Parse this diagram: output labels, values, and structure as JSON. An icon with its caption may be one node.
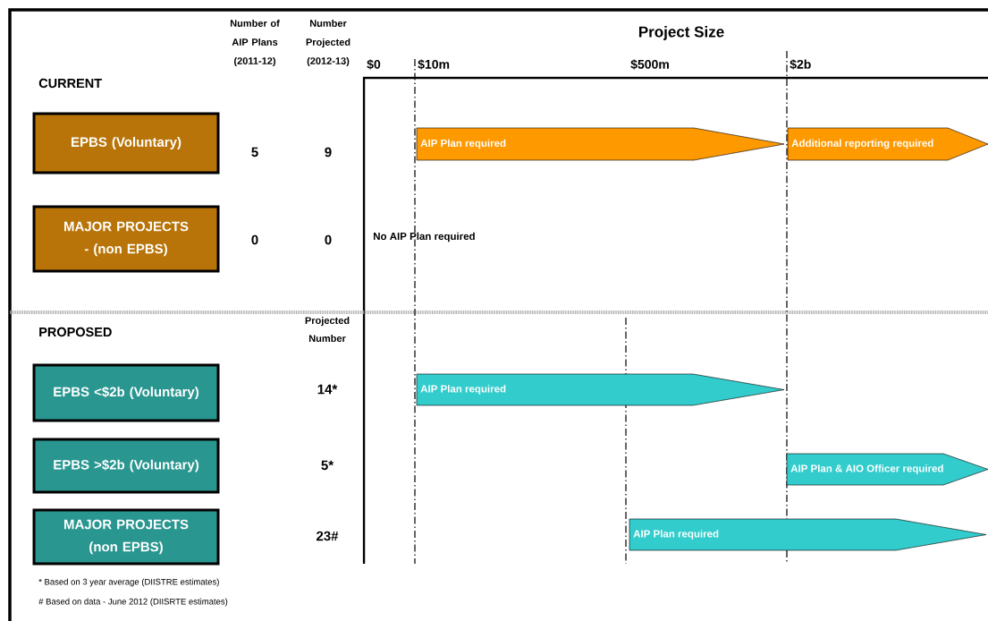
{
  "diagram": {
    "title": "Project Size",
    "nodes": [
      {
        "text": [
          "EPBS (Voluntary)"
        ]
      },
      {
        "text": [
          "MAJOR PROJECTS - (non EPBS)"
        ]
      },
      {
        "text": [
          "EPBS <$2b (Voluntary)"
        ]
      },
      {
        "text": [
          "EPBS >$2b (Voluntary)"
        ]
      },
      {
        "text": [
          "MAJOR PROJECTS (non EPBS)"
        ]
      },
      {
        "text": [
          "AIP Plan required"
        ]
      },
      {
        "text": [
          "Additional reporting required"
        ]
      },
      {
        "text": [
          "AIP Plan required"
        ]
      },
      {
        "text": [
          "AIP Plan & AIO Officer required"
        ]
      },
      {
        "text": [
          "AIP Plan required"
        ]
      }
    ],
    "labels": [
      "Number of AIP Plans (2011-12)",
      "Number Projected (2012-13)",
      "$0",
      "$10m",
      "$500m",
      "$2b",
      "CURRENT",
      "5",
      "9",
      "0",
      "0",
      "No AIP Plan required",
      "PROPOSED",
      "Projected Number",
      "14*",
      "5*",
      "23#",
      "* Based on 3 year average (DIISTRE estimates)",
      "# Based on data - June 2012 (DIISRTE estimates)"
    ]
  }
}
